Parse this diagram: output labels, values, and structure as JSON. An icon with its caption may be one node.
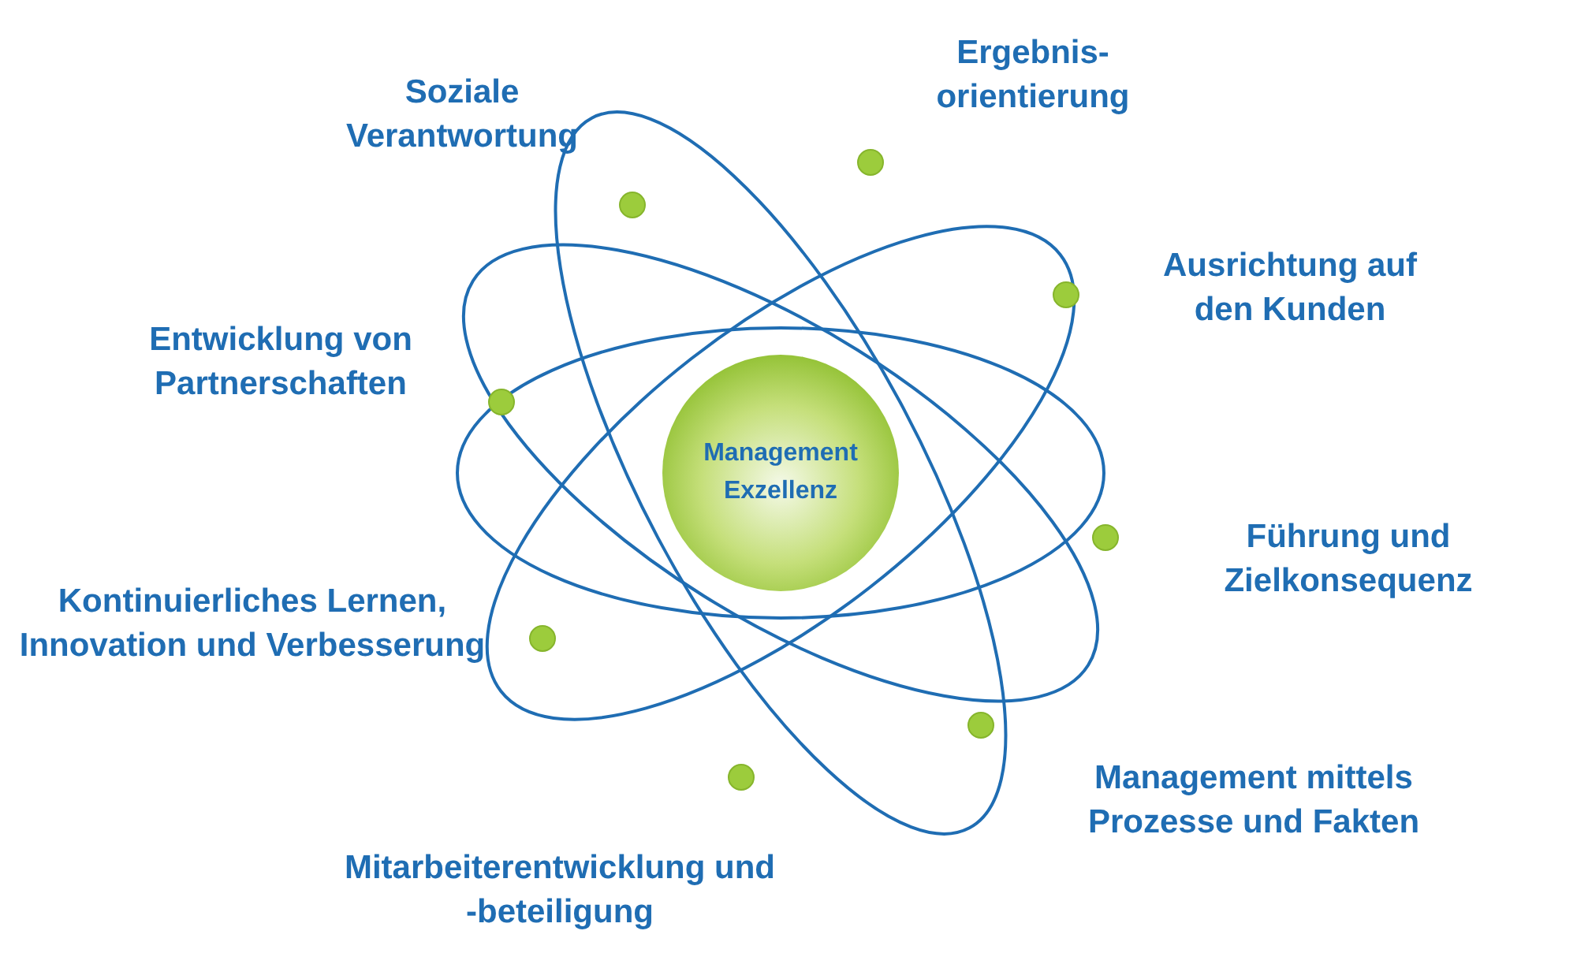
{
  "diagram": {
    "nodes": [
      {
        "text": [
          "Management Exzellenz"
        ]
      }
    ],
    "labels": [
      "Ergebnis- orientierung",
      "Soziale Verantwortung",
      "Ausrichtung auf den Kunden",
      "Entwicklung von Partnerschaften",
      "Führung und Zielkonsequenz",
      "Kontinuierliches Lernen, Innovation und Verbesserung",
      "Management mittels Prozesse und Fakten",
      "Mitarbeiterentwicklung und -beteiligung"
    ]
  }
}
